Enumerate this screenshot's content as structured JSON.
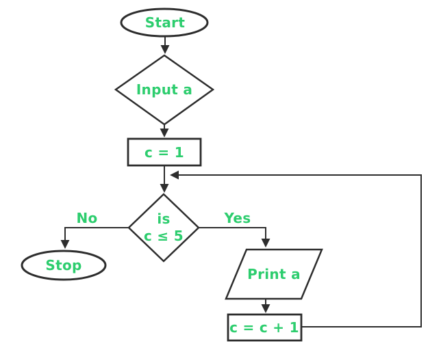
{
  "colors": {
    "label_green": "#2dcd6e",
    "outline_dark": "#2d2d2d",
    "background": "#ffffff"
  },
  "diagram": {
    "type": "flowchart",
    "nodes": [
      {
        "id": "start",
        "label": "Start",
        "shape": "oval"
      },
      {
        "id": "input-a",
        "label": "Input a",
        "shape": "diamond"
      },
      {
        "id": "c-init",
        "label": "c = 1",
        "shape": "rectangle"
      },
      {
        "id": "decision",
        "label_line1": "is",
        "label_line2": "c ≤ 5",
        "shape": "diamond"
      },
      {
        "id": "stop",
        "label": "Stop",
        "shape": "oval"
      },
      {
        "id": "print-a",
        "label": "Print a",
        "shape": "parallelogram"
      },
      {
        "id": "increment",
        "label": "c = c + 1",
        "shape": "rectangle"
      }
    ],
    "edges": [
      {
        "from": "start",
        "to": "input-a",
        "label": ""
      },
      {
        "from": "input-a",
        "to": "c-init",
        "label": ""
      },
      {
        "from": "c-init",
        "to": "decision",
        "label": ""
      },
      {
        "from": "decision",
        "to": "stop",
        "label": "No"
      },
      {
        "from": "decision",
        "to": "print-a",
        "label": "Yes"
      },
      {
        "from": "print-a",
        "to": "increment",
        "label": ""
      },
      {
        "from": "increment",
        "to": "decision",
        "label": "",
        "kind": "loop-back"
      }
    ]
  }
}
